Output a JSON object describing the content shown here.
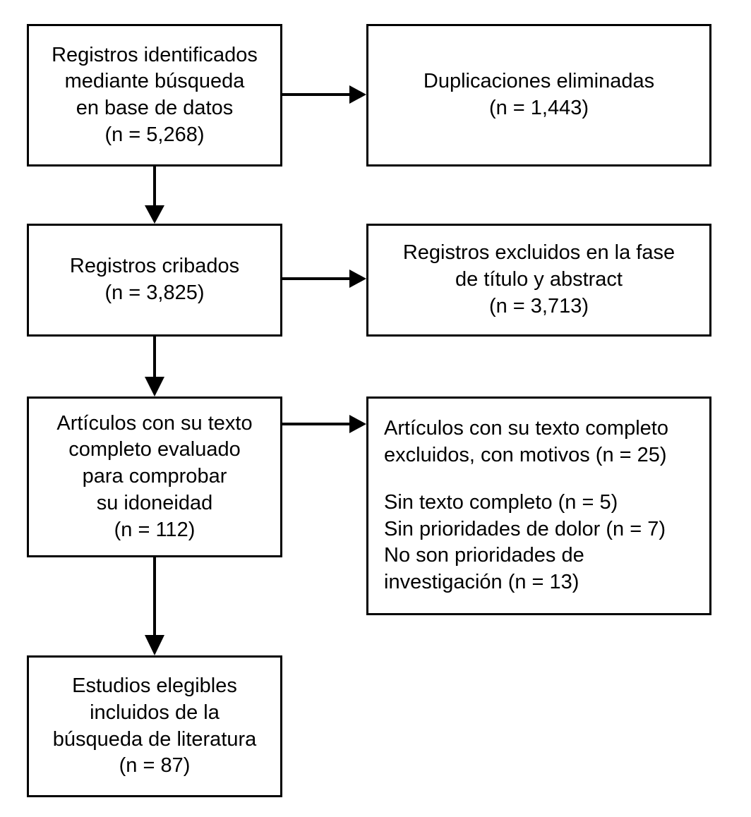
{
  "diagram": {
    "type": "prisma-flow-diagram",
    "language": "es",
    "background_color": "#ffffff",
    "line_color": "#000000",
    "text_color": "#000000",
    "nodes": [
      {
        "id": "identified",
        "lines": [
          "Registros identificados",
          "mediante búsqueda",
          "en base de datos",
          "(n = 5,268)"
        ],
        "count": "5,268",
        "align": "center"
      },
      {
        "id": "duplicates-removed",
        "lines": [
          "Duplicaciones eliminadas",
          "(n = 1,443)"
        ],
        "count": "1,443",
        "align": "center"
      },
      {
        "id": "screened",
        "lines": [
          "Registros cribados",
          "(n = 3,825)"
        ],
        "count": "3,825",
        "align": "center"
      },
      {
        "id": "excluded-title-abstract",
        "lines": [
          "Registros excluidos en la fase",
          "de título y abstract",
          "(n = 3,713)"
        ],
        "count": "3,713",
        "align": "center"
      },
      {
        "id": "fulltext-assessed",
        "lines": [
          "Artículos con su texto",
          "completo evaluado",
          "para comprobar",
          "su idoneidad",
          "(n = 112)"
        ],
        "count": "112",
        "align": "center"
      },
      {
        "id": "fulltext-excluded",
        "lines": [
          "Artículos con su texto completo",
          "excluidos, con motivos (n = 25)",
          "",
          "Sin texto completo (n = 5)",
          "Sin prioridades de dolor (n = 7)",
          "No son prioridades de",
          "investigación (n = 13)"
        ],
        "count": "25",
        "reasons": [
          {
            "label": "Sin texto completo",
            "count": "5"
          },
          {
            "label": "Sin prioridades de dolor",
            "count": "7"
          },
          {
            "label": "No son prioridades de investigación",
            "count": "13"
          }
        ],
        "align": "left"
      },
      {
        "id": "included",
        "lines": [
          "Estudios elegibles",
          "incluidos de la",
          "búsqueda de literatura",
          "(n = 87)"
        ],
        "count": "87",
        "align": "center"
      }
    ],
    "connectors": [
      {
        "id": "identified-to-duplicates",
        "direction": "right"
      },
      {
        "id": "identified-to-screened",
        "direction": "down"
      },
      {
        "id": "screened-to-excluded",
        "direction": "right"
      },
      {
        "id": "screened-to-fulltext",
        "direction": "down"
      },
      {
        "id": "fulltext-to-excluded",
        "direction": "right"
      },
      {
        "id": "fulltext-to-included",
        "direction": "down"
      }
    ]
  }
}
